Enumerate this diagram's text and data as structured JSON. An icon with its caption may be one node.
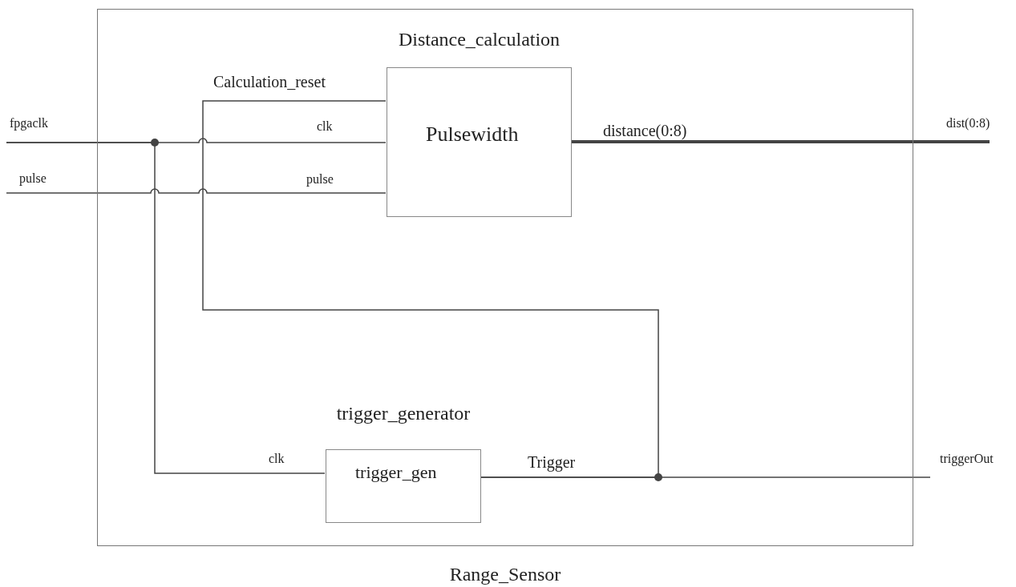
{
  "diagram": {
    "nodes": [
      {
        "text": [
          "Range_Sensor"
        ]
      },
      {
        "text": [
          "Distance_calculation",
          "Pulsewidth"
        ],
        "in": 0
      },
      {
        "text": [
          "trigger_generator",
          "trigger_gen"
        ],
        "in": 0
      },
      {
        "text": [
          "fpgaclk"
        ]
      },
      {
        "text": [
          "pulse"
        ]
      },
      {
        "text": [
          "dist(0:8)"
        ]
      },
      {
        "text": [
          "triggerOut"
        ]
      }
    ],
    "edges": [
      {
        "from": 3,
        "to": 1,
        "arrow": "none",
        "label": "clk"
      },
      {
        "from": 4,
        "to": 1,
        "arrow": "none",
        "label": "pulse"
      },
      {
        "from": 1,
        "to": 5,
        "arrow": "none",
        "label": "distance(0:8)",
        "style": "thick"
      },
      {
        "from": 3,
        "to": 2,
        "arrow": "none",
        "label": "clk"
      },
      {
        "from": 2,
        "to": 6,
        "arrow": "none",
        "label": "Trigger"
      },
      {
        "from": 2,
        "to": 1,
        "arrow": "none",
        "label": "Calculation_reset"
      }
    ]
  }
}
